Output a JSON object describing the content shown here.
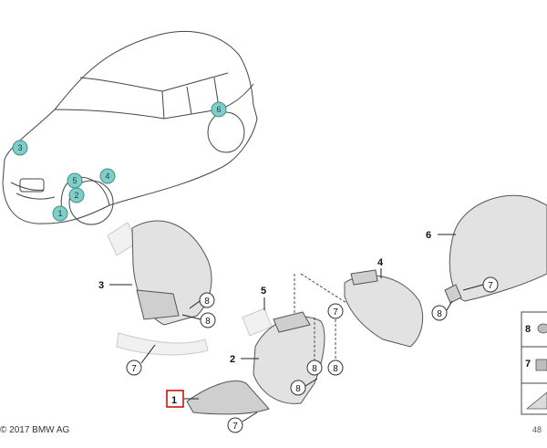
{
  "car_markers": [
    "3",
    "6",
    "5",
    "4",
    "2",
    "1"
  ],
  "part_labels": [
    "6",
    "3",
    "4",
    "5",
    "2",
    "1"
  ],
  "callouts": [
    "7",
    "8",
    "8",
    "7",
    "8",
    "8",
    "7",
    "8",
    "8",
    "7"
  ],
  "legend": {
    "items": [
      "8",
      "7"
    ]
  },
  "footer": {
    "copyright": "© 2017 BMW AG",
    "doc_number": "48"
  },
  "colors": {
    "marker_fill": "#7fcfc8",
    "highlight_box": "#cc0000"
  }
}
